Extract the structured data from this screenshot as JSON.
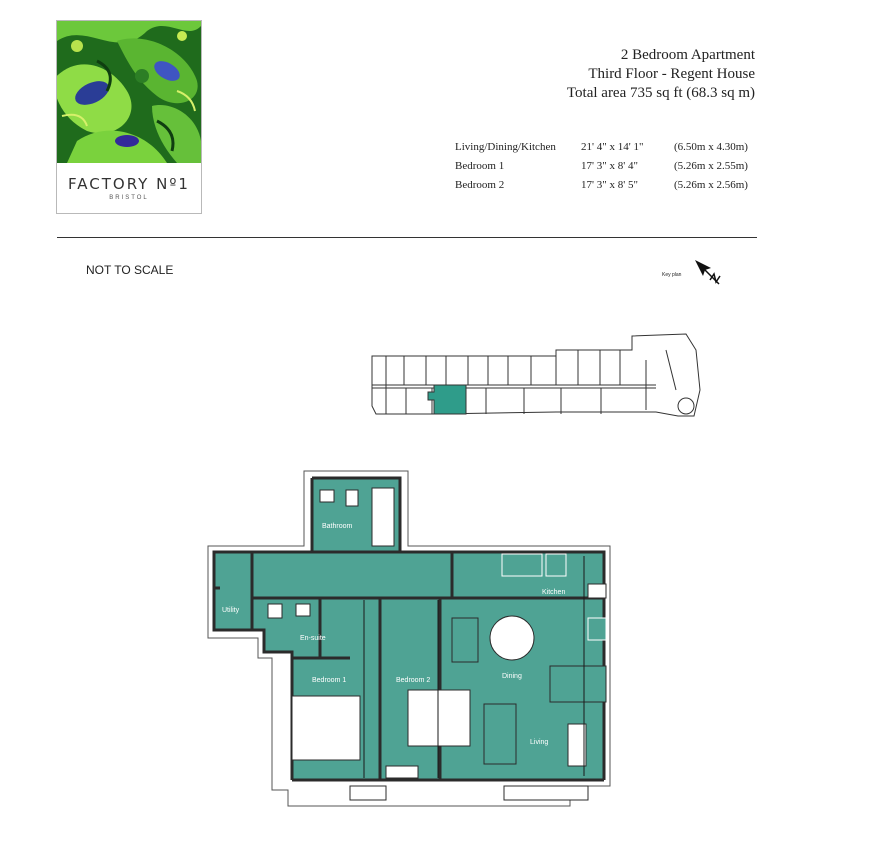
{
  "logo": {
    "brand": "FACTORY Nº1",
    "location": "BRISTOL"
  },
  "header": {
    "apartment_type": "2 Bedroom Apartment",
    "floor": "Third Floor - Regent House",
    "total_area": "Total area 735 sq ft (68.3 sq m)"
  },
  "dimensions": [
    {
      "room": "Living/Dining/Kitchen",
      "imperial": "21' 4\" x 14' 1\"",
      "metric": "(6.50m x 4.30m)"
    },
    {
      "room": "Bedroom 1",
      "imperial": "17' 3\" x 8' 4\"",
      "metric": "(5.26m x 2.55m)"
    },
    {
      "room": "Bedroom 2",
      "imperial": "17' 3\" x 8' 5\"",
      "metric": "(5.26m x 2.56m)"
    }
  ],
  "notes": {
    "scale": "NOT TO SCALE",
    "key_plan": "Key plan"
  },
  "plan": {
    "rooms": {
      "bathroom": "Bathroom",
      "utility": "Utility",
      "ensuite": "En-suite",
      "kitchen": "Kitchen",
      "dining": "Dining",
      "living": "Living",
      "bedroom1": "Bedroom 1",
      "bedroom2": "Bedroom 2"
    },
    "colors": {
      "floor": "#4fa394",
      "wall": "#2b2b2b",
      "highlight": "#2f9c8a"
    }
  }
}
